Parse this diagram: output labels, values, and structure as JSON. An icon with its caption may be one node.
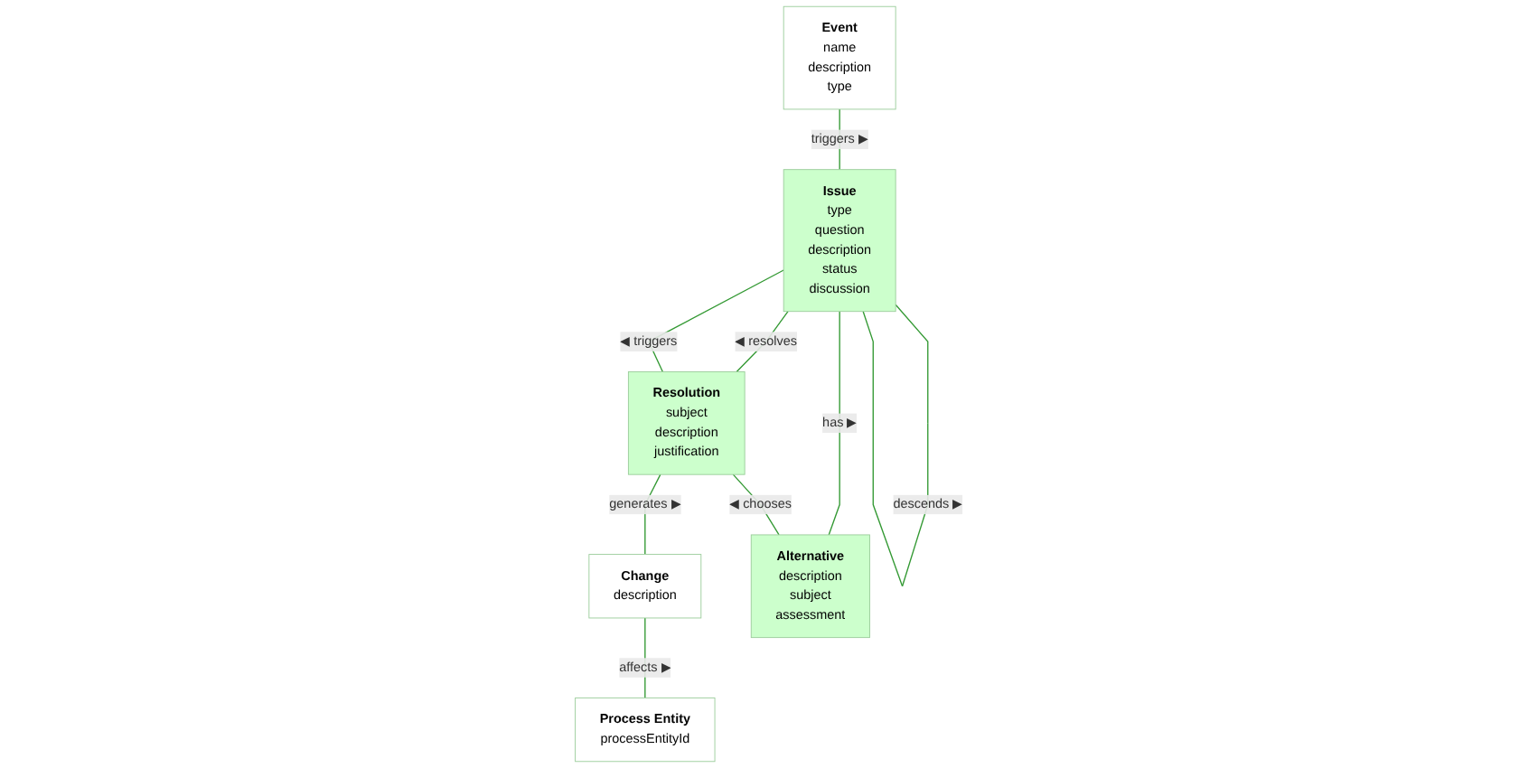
{
  "diagram": {
    "nodes": [
      {
        "text": [
          "Event",
          "name",
          "description",
          "type"
        ]
      },
      {
        "text": [
          "Issue",
          "type",
          "question",
          "description",
          "status",
          "discussion"
        ]
      },
      {
        "text": [
          "Resolution",
          "subject",
          "description",
          "justification"
        ]
      },
      {
        "text": [
          "Change",
          "description"
        ]
      },
      {
        "text": [
          "Process Entity",
          "processEntityId"
        ]
      },
      {
        "text": [
          "Alternative",
          "description",
          "subject",
          "assessment"
        ]
      }
    ],
    "edges": [
      {
        "from": 0,
        "to": 1,
        "arrow": "none",
        "label": "triggers ▶"
      },
      {
        "from": 2,
        "to": 3,
        "arrow": "none",
        "label": "generates ▶"
      },
      {
        "from": 1,
        "to": 2,
        "arrow": "none",
        "label": "◀ resolves"
      },
      {
        "from": 1,
        "to": 1,
        "arrow": "none",
        "label": "descends ▶"
      },
      {
        "from": 3,
        "to": 4,
        "arrow": "none",
        "label": "affects ▶"
      },
      {
        "from": 1,
        "to": 2,
        "arrow": "none",
        "label": "◀ triggers"
      },
      {
        "from": 1,
        "to": 5,
        "arrow": "none",
        "label": "has ▶"
      },
      {
        "from": 2,
        "to": 5,
        "arrow": "none",
        "label": "◀ chooses"
      }
    ]
  }
}
